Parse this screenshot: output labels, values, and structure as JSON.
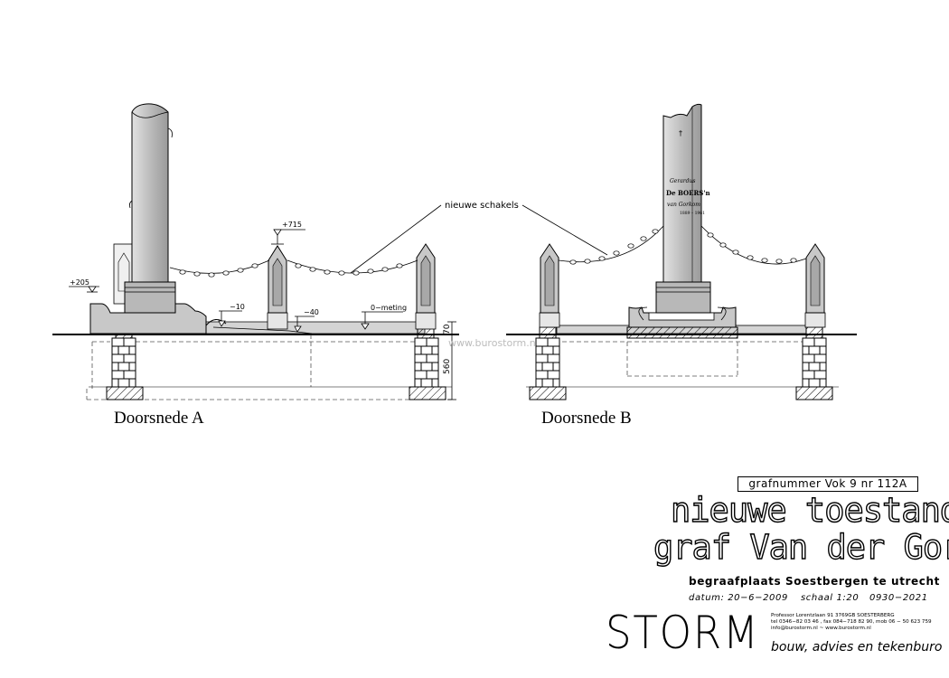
{
  "sections": {
    "a_label": "Doorsnede A",
    "b_label": "Doorsnede B"
  },
  "annotations": {
    "schakels": "nieuwe schakels",
    "lvl_205": "+205",
    "lvl_715": "+715",
    "lvl_m10": "−10",
    "lvl_m40": "−40",
    "nulmeting": "0−meting",
    "dim_70": "70",
    "dim_560": "560",
    "watermark": "www.burostorm.nl"
  },
  "headstone": {
    "line1": "Gerardus",
    "line2": "De BOERS'n",
    "line3": "van Gorkom",
    "line4": "1889 – 1961"
  },
  "titleblock": {
    "grafnummer": "grafnummer  Vok  9  nr  112A",
    "title1": "nieuwe toestand",
    "title2": "graf Van der Gors",
    "location": "begraafplaats  Soestbergen  te  utrecht",
    "datum": "datum:  20−6−2009",
    "schaal": "schaal  1:20",
    "project": "0930−2021",
    "company": "STORM",
    "address1": "Professor  Lorentzlaan  91  3769GB  SOESTERBERG",
    "address2": "tel 0346−82 03 46 ,   fax   084−718 82 90,  mob 06 − 50 623 759",
    "address3": "info@burostorm.nl    ~    www.burostorm.nl",
    "tagline": "bouw,  advies en tekenburo"
  },
  "colors": {
    "stone": "#c8c8c8",
    "stone_dark": "#a8a8a8",
    "line": "#000000",
    "ground": "#d4d4d4"
  }
}
